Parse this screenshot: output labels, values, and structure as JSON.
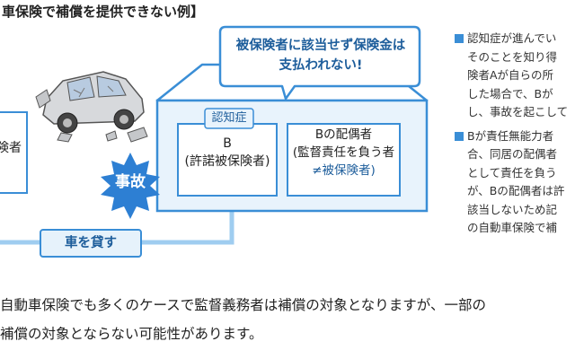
{
  "heading": "車保険で補償を提供できない例】",
  "speech": {
    "line1": "被保険者に該当せず保険金は",
    "line2": "支払われない!"
  },
  "badge": "認知症",
  "left_person": {
    "name": "B",
    "role": "(許諾被保険者)"
  },
  "right_person": {
    "name": "Bの配偶者",
    "role": "(監督責任を負う者",
    "note": "≠被保険者)"
  },
  "left_edge_text": "険者",
  "accident": "事故",
  "lend": "車を貸す",
  "side_note": {
    "para1": [
      "認知症が進んでい",
      "そのことを知り得",
      "険者Aが自らの所",
      "した場合で、Bが",
      "し、事故を起こして"
    ],
    "para2": [
      "Bが責任無能力者",
      "合、同居の配偶者",
      "として責任を負う",
      "が、Bの配偶者は許",
      "該当しないため記",
      "の自動車保険で補"
    ]
  },
  "caption": {
    "line1": "自動車保険でも多くのケースで監督義務者は補償の対象となりますが、一部の",
    "line2": "補償の対象とならない可能性があります。"
  },
  "colors": {
    "accent_blue": "#3a8ed6",
    "light_blue": "#e6f2fb",
    "accident_blue": "#2d7fd3"
  }
}
